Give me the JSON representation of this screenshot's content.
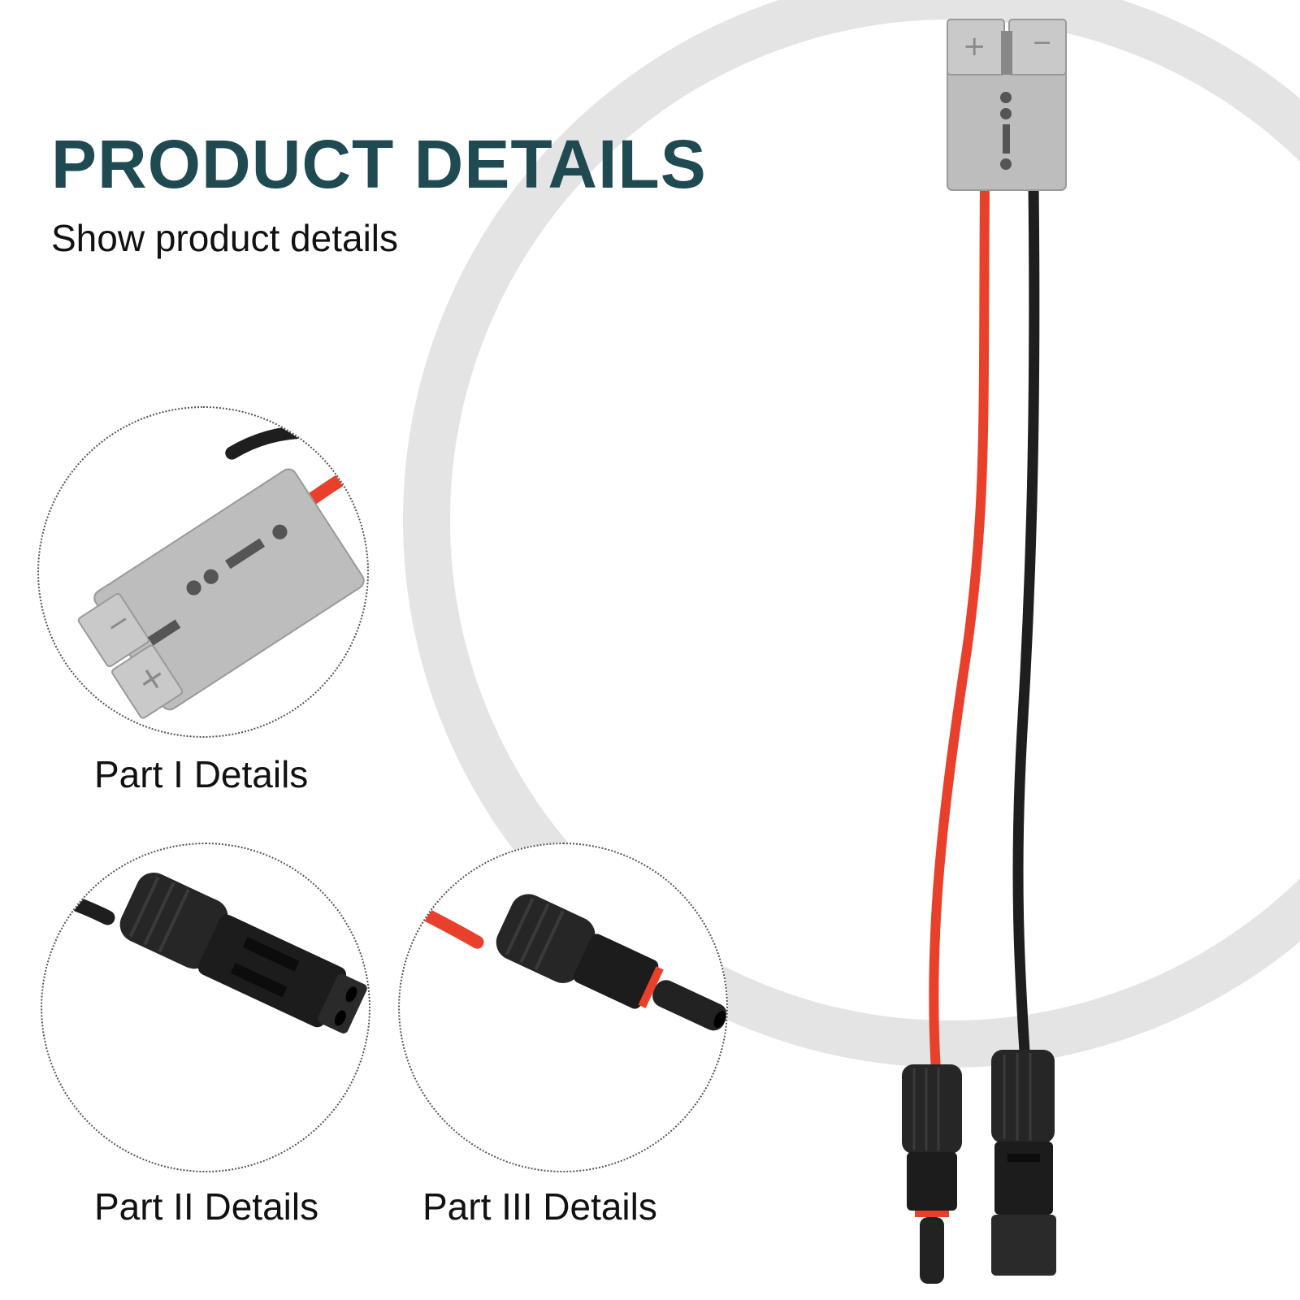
{
  "header": {
    "title": "PRODUCT DETAILS",
    "subtitle": "Show product details"
  },
  "details": [
    {
      "caption": "Part I Details",
      "icon": "anderson-connector-icon"
    },
    {
      "caption": "Part II Details",
      "icon": "mc4-female-connector-icon"
    },
    {
      "caption": "Part III Details",
      "icon": "mc4-male-connector-icon"
    }
  ],
  "colors": {
    "title": "#1f4a52",
    "arc": "#e4e4e4",
    "red_wire": "#e8402b",
    "black_wire": "#1e1e1e",
    "housing_grey": "#bdbdbd"
  }
}
